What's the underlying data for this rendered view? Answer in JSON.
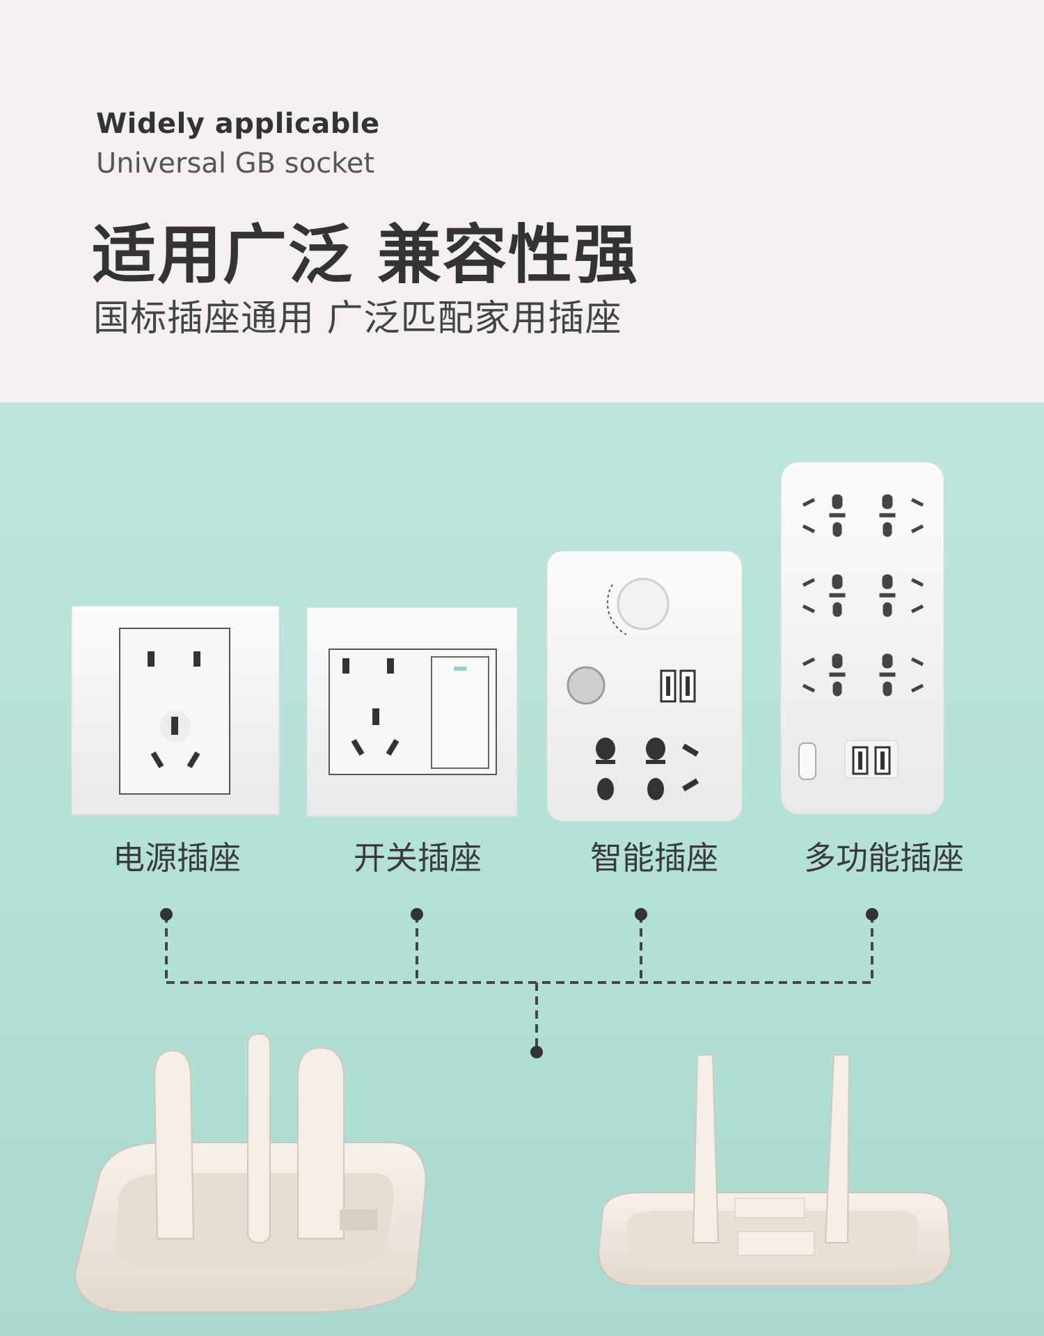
{
  "header": {
    "en_title": "Widely applicable",
    "en_subtitle": "Universal GB socket",
    "cn_title": "适用广泛 兼容性强",
    "cn_subtitle": "国标插座通用 广泛匹配家用插座"
  },
  "sockets": [
    {
      "label": "电源插座",
      "icon": "wall-socket-five-hole"
    },
    {
      "label": "开关插座",
      "icon": "switch-socket"
    },
    {
      "label": "智能插座",
      "icon": "smart-socket-with-dial-and-usb"
    },
    {
      "label": "多功能插座",
      "icon": "power-strip-with-usb"
    }
  ],
  "colors": {
    "top_background": "#f5f0f0",
    "mint_background": "#b6e2d9",
    "text_dark": "#333333",
    "plug_cover": "#efe8df"
  }
}
